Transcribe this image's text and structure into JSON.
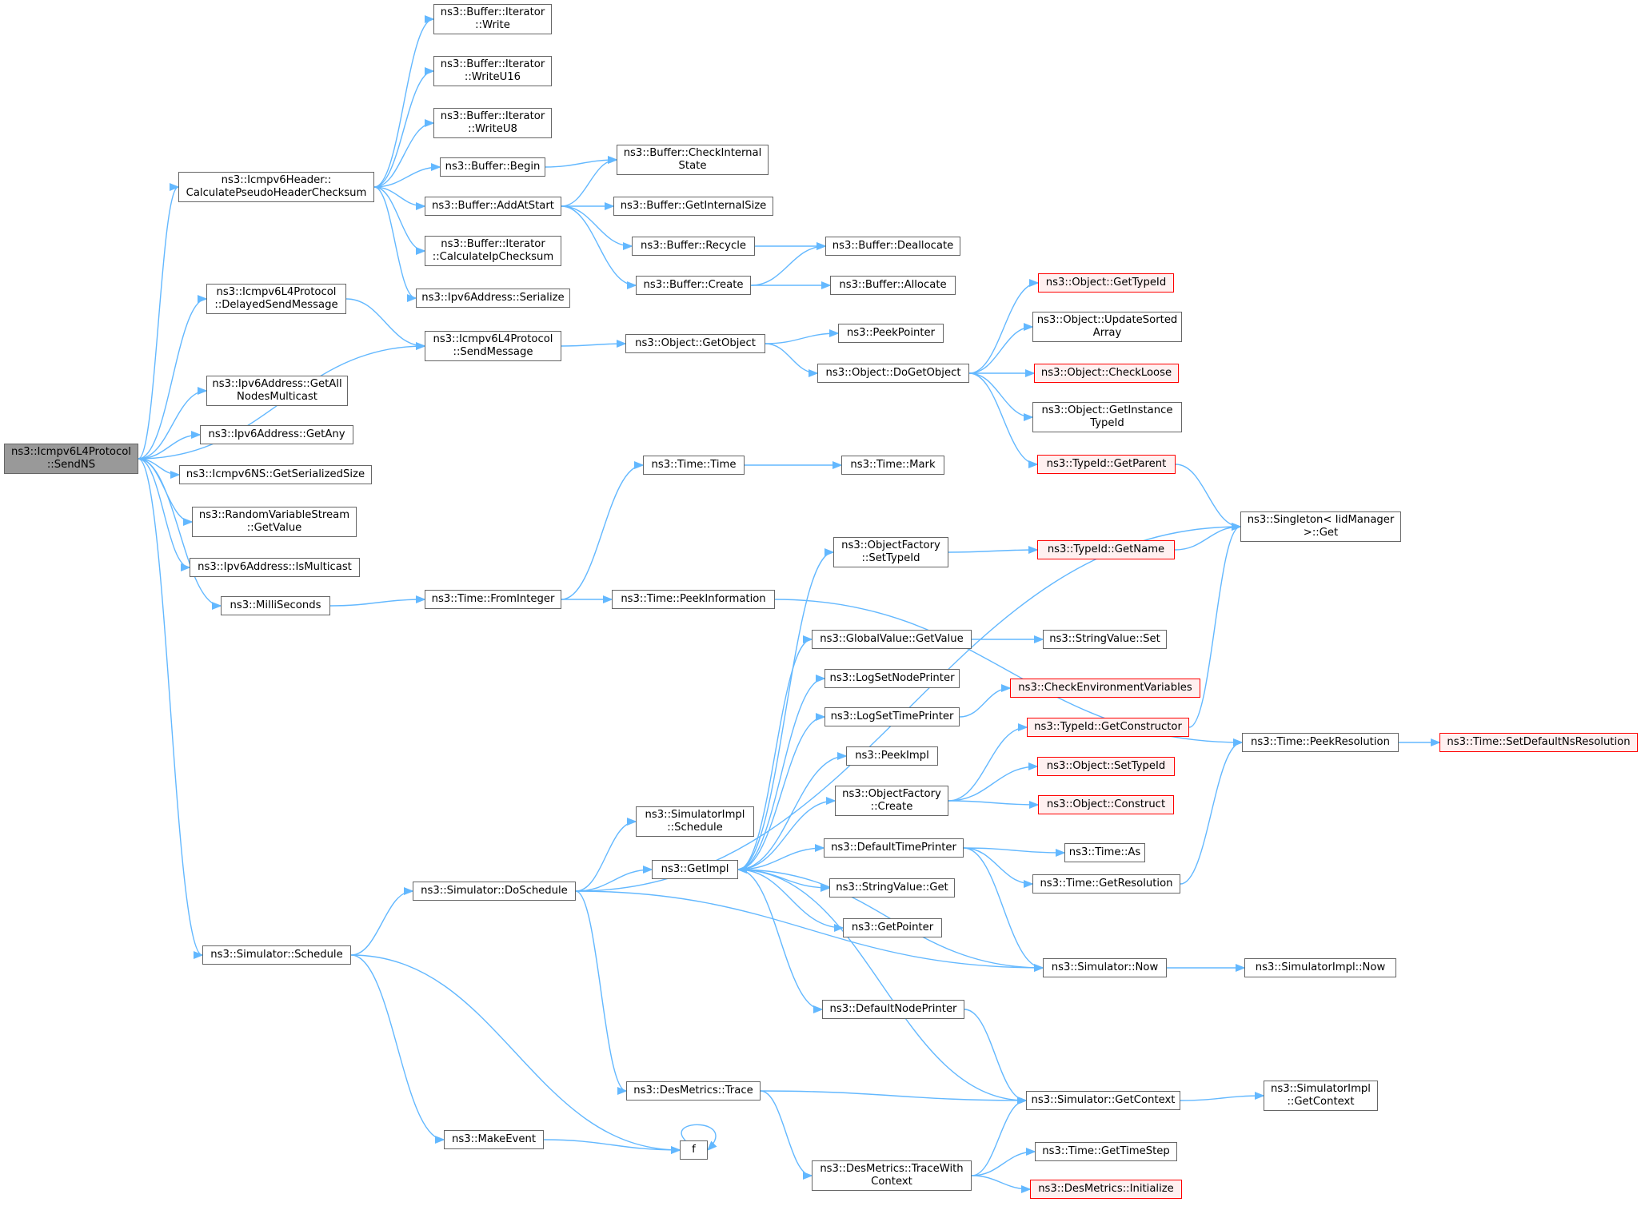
{
  "graph": {
    "colors": {
      "edge": "#63b8ff",
      "node_border": "#666666",
      "root_fill": "#999999",
      "incomplete_border": "#ff0000",
      "incomplete_fill": "#fff0f0"
    },
    "nodes": [
      {
        "id": "root",
        "label": "ns3::Icmpv6L4Protocol\n::SendNS",
        "style": "root"
      },
      {
        "id": "cphc",
        "label": "ns3::Icmpv6Header::\nCalculatePseudoHeaderChecksum"
      },
      {
        "id": "dsm",
        "label": "ns3::Icmpv6L4Protocol\n::DelayedSendMessage"
      },
      {
        "id": "gan",
        "label": "ns3::Ipv6Address::GetAll\nNodesMulticast"
      },
      {
        "id": "gany",
        "label": "ns3::Ipv6Address::GetAny"
      },
      {
        "id": "gss",
        "label": "ns3::Icmpv6NS::GetSerializedSize"
      },
      {
        "id": "rvs",
        "label": "ns3::RandomVariableStream\n::GetValue"
      },
      {
        "id": "ism",
        "label": "ns3::Ipv6Address::IsMulticast"
      },
      {
        "id": "ms",
        "label": "ns3::MilliSeconds"
      },
      {
        "id": "sched",
        "label": "ns3::Simulator::Schedule"
      },
      {
        "id": "bw",
        "label": "ns3::Buffer::Iterator\n::Write"
      },
      {
        "id": "bw16",
        "label": "ns3::Buffer::Iterator\n::WriteU16"
      },
      {
        "id": "bw8",
        "label": "ns3::Buffer::Iterator\n::WriteU8"
      },
      {
        "id": "bb",
        "label": "ns3::Buffer::Begin"
      },
      {
        "id": "baas",
        "label": "ns3::Buffer::AddAtStart"
      },
      {
        "id": "bcic",
        "label": "ns3::Buffer::Iterator\n::CalculateIpChecksum"
      },
      {
        "id": "ias",
        "label": "ns3::Ipv6Address::Serialize"
      },
      {
        "id": "sm",
        "label": "ns3::Icmpv6L4Protocol\n::SendMessage"
      },
      {
        "id": "bcis",
        "label": "ns3::Buffer::CheckInternal\nState"
      },
      {
        "id": "bgis",
        "label": "ns3::Buffer::GetInternalSize"
      },
      {
        "id": "brec",
        "label": "ns3::Buffer::Recycle"
      },
      {
        "id": "bcr",
        "label": "ns3::Buffer::Create"
      },
      {
        "id": "bdea",
        "label": "ns3::Buffer::Deallocate"
      },
      {
        "id": "ball",
        "label": "ns3::Buffer::Allocate"
      },
      {
        "id": "ogo",
        "label": "ns3::Object::GetObject"
      },
      {
        "id": "pp",
        "label": "ns3::PeekPointer"
      },
      {
        "id": "odgo",
        "label": "ns3::Object::DoGetObject"
      },
      {
        "id": "ogti",
        "label": "ns3::Object::GetTypeId",
        "style": "red"
      },
      {
        "id": "ousa",
        "label": "ns3::Object::UpdateSorted\nArray"
      },
      {
        "id": "ocl",
        "label": "ns3::Object::CheckLoose",
        "style": "red"
      },
      {
        "id": "ogit",
        "label": "ns3::Object::GetInstance\nTypeId"
      },
      {
        "id": "tgp",
        "label": "ns3::TypeId::GetParent",
        "style": "red"
      },
      {
        "id": "tt",
        "label": "ns3::Time::Time"
      },
      {
        "id": "tm",
        "label": "ns3::Time::Mark"
      },
      {
        "id": "sing",
        "label": "ns3::Singleton< IidManager\n>::Get"
      },
      {
        "id": "ofst",
        "label": "ns3::ObjectFactory\n::SetTypeId"
      },
      {
        "id": "tgn",
        "label": "ns3::TypeId::GetName",
        "style": "red"
      },
      {
        "id": "tfi",
        "label": "ns3::Time::FromInteger"
      },
      {
        "id": "tpi",
        "label": "ns3::Time::PeekInformation"
      },
      {
        "id": "ggv",
        "label": "ns3::GlobalValue::GetValue"
      },
      {
        "id": "svs",
        "label": "ns3::StringValue::Set"
      },
      {
        "id": "lsnp",
        "label": "ns3::LogSetNodePrinter"
      },
      {
        "id": "cev",
        "label": "ns3::CheckEnvironmentVariables",
        "style": "red"
      },
      {
        "id": "lstp",
        "label": "ns3::LogSetTimePrinter"
      },
      {
        "id": "tgc",
        "label": "ns3::TypeId::GetConstructor",
        "style": "red"
      },
      {
        "id": "tpr",
        "label": "ns3::Time::PeekResolution"
      },
      {
        "id": "tsdn",
        "label": "ns3::Time::SetDefaultNsResolution",
        "style": "red"
      },
      {
        "id": "pi",
        "label": "ns3::PeekImpl"
      },
      {
        "id": "ost",
        "label": "ns3::Object::SetTypeId",
        "style": "red"
      },
      {
        "id": "ofc",
        "label": "ns3::ObjectFactory\n::Create"
      },
      {
        "id": "oc",
        "label": "ns3::Object::Construct",
        "style": "red"
      },
      {
        "id": "sis",
        "label": "ns3::SimulatorImpl\n::Schedule"
      },
      {
        "id": "dtp",
        "label": "ns3::DefaultTimePrinter"
      },
      {
        "id": "tas",
        "label": "ns3::Time::As"
      },
      {
        "id": "sds",
        "label": "ns3::Simulator::DoSchedule"
      },
      {
        "id": "gi",
        "label": "ns3::GetImpl"
      },
      {
        "id": "tgr",
        "label": "ns3::Time::GetResolution"
      },
      {
        "id": "svg",
        "label": "ns3::StringValue::Get"
      },
      {
        "id": "gp",
        "label": "ns3::GetPointer"
      },
      {
        "id": "snow",
        "label": "ns3::Simulator::Now"
      },
      {
        "id": "sinow",
        "label": "ns3::SimulatorImpl::Now"
      },
      {
        "id": "dnp",
        "label": "ns3::DefaultNodePrinter"
      },
      {
        "id": "dmt",
        "label": "ns3::DesMetrics::Trace"
      },
      {
        "id": "sgc",
        "label": "ns3::Simulator::GetContext"
      },
      {
        "id": "sigc",
        "label": "ns3::SimulatorImpl\n::GetContext"
      },
      {
        "id": "me",
        "label": "ns3::MakeEvent"
      },
      {
        "id": "f",
        "label": "f"
      },
      {
        "id": "tgts",
        "label": "ns3::Time::GetTimeStep"
      },
      {
        "id": "dmtwc",
        "label": "ns3::DesMetrics::TraceWith\nContext"
      },
      {
        "id": "dmi",
        "label": "ns3::DesMetrics::Initialize",
        "style": "red"
      }
    ],
    "edges": [
      [
        "root",
        "cphc"
      ],
      [
        "root",
        "dsm"
      ],
      [
        "root",
        "sm"
      ],
      [
        "root",
        "gan"
      ],
      [
        "root",
        "gany"
      ],
      [
        "root",
        "gss"
      ],
      [
        "root",
        "rvs"
      ],
      [
        "root",
        "ism"
      ],
      [
        "root",
        "ms"
      ],
      [
        "root",
        "sched"
      ],
      [
        "cphc",
        "bw"
      ],
      [
        "cphc",
        "bw16"
      ],
      [
        "cphc",
        "bw8"
      ],
      [
        "cphc",
        "bb"
      ],
      [
        "cphc",
        "baas"
      ],
      [
        "cphc",
        "bcic"
      ],
      [
        "cphc",
        "ias"
      ],
      [
        "bb",
        "bcis"
      ],
      [
        "baas",
        "bcis"
      ],
      [
        "baas",
        "bgis"
      ],
      [
        "baas",
        "brec"
      ],
      [
        "baas",
        "bcr"
      ],
      [
        "brec",
        "bdea"
      ],
      [
        "bcr",
        "bdea"
      ],
      [
        "bcr",
        "ball"
      ],
      [
        "dsm",
        "sm"
      ],
      [
        "sm",
        "ogo"
      ],
      [
        "ogo",
        "pp"
      ],
      [
        "ogo",
        "odgo"
      ],
      [
        "odgo",
        "ogti"
      ],
      [
        "odgo",
        "ousa"
      ],
      [
        "odgo",
        "ocl"
      ],
      [
        "odgo",
        "ogit"
      ],
      [
        "odgo",
        "tgp"
      ],
      [
        "tgp",
        "sing"
      ],
      [
        "tgn",
        "sing"
      ],
      [
        "tgc",
        "sing"
      ],
      [
        "sds",
        "sing"
      ],
      [
        "ms",
        "tfi"
      ],
      [
        "tfi",
        "tt"
      ],
      [
        "tfi",
        "tpi"
      ],
      [
        "tt",
        "tm"
      ],
      [
        "tpi",
        "tpr"
      ],
      [
        "tgr",
        "tpr"
      ],
      [
        "tpr",
        "tsdn"
      ],
      [
        "sched",
        "sds"
      ],
      [
        "sched",
        "me"
      ],
      [
        "sched",
        "f"
      ],
      [
        "me",
        "f"
      ],
      [
        "f",
        "f"
      ],
      [
        "sds",
        "sis"
      ],
      [
        "sds",
        "gi"
      ],
      [
        "sds",
        "dmt"
      ],
      [
        "sds",
        "snow"
      ],
      [
        "gi",
        "ofst"
      ],
      [
        "gi",
        "ggv"
      ],
      [
        "gi",
        "lsnp"
      ],
      [
        "gi",
        "lstp"
      ],
      [
        "gi",
        "pi"
      ],
      [
        "gi",
        "ofc"
      ],
      [
        "gi",
        "dtp"
      ],
      [
        "gi",
        "svg"
      ],
      [
        "gi",
        "gp"
      ],
      [
        "gi",
        "dnp"
      ],
      [
        "ofst",
        "tgn"
      ],
      [
        "ggv",
        "svs"
      ],
      [
        "lstp",
        "cev"
      ],
      [
        "ofc",
        "tgc"
      ],
      [
        "ofc",
        "ost"
      ],
      [
        "ofc",
        "oc"
      ],
      [
        "dtp",
        "tas"
      ],
      [
        "dtp",
        "tgr"
      ],
      [
        "dtp",
        "snow"
      ],
      [
        "snow",
        "gi"
      ],
      [
        "snow",
        "sinow"
      ],
      [
        "sgc",
        "gi"
      ],
      [
        "dnp",
        "sgc"
      ],
      [
        "dmt",
        "sgc"
      ],
      [
        "dmt",
        "dmtwc"
      ],
      [
        "dmtwc",
        "sgc"
      ],
      [
        "dmtwc",
        "tgts"
      ],
      [
        "dmtwc",
        "dmi"
      ],
      [
        "sgc",
        "sigc"
      ]
    ]
  }
}
